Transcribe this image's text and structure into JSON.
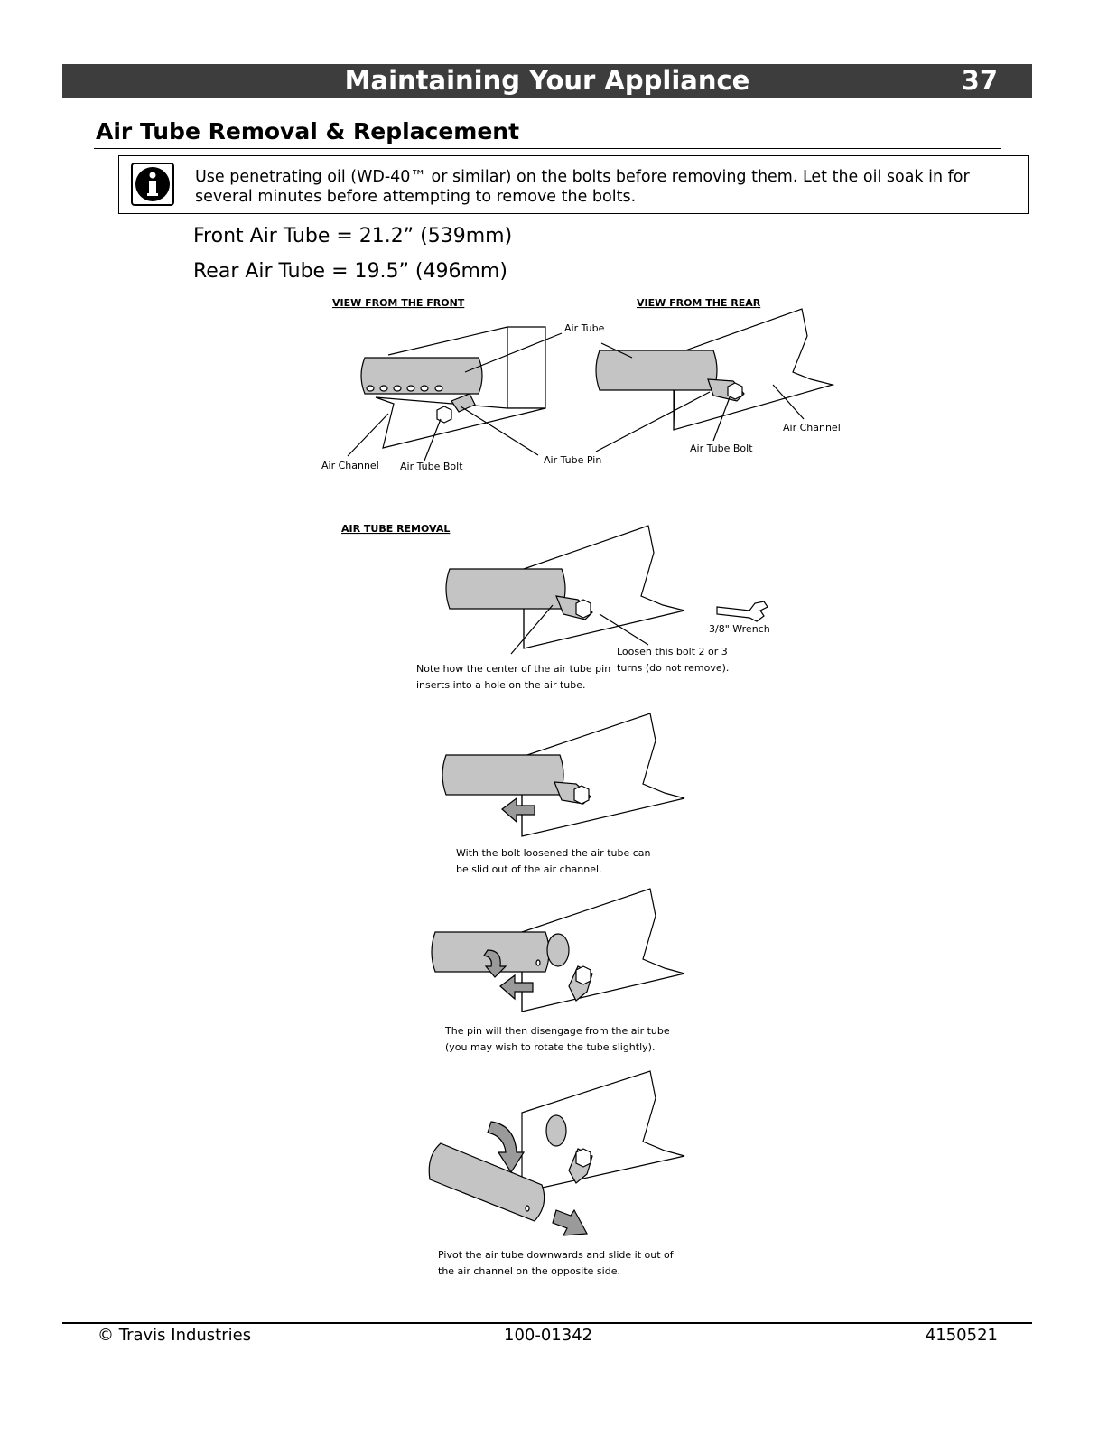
{
  "header": {
    "title": "Maintaining Your Appliance",
    "page_number": "37"
  },
  "section": {
    "title": "Air Tube Removal & Replacement"
  },
  "note": {
    "text": "Use penetrating oil (WD-40™  or similar) on the bolts before removing them.  Let the oil soak in for several minutes before attempting to remove the bolts."
  },
  "dimensions": {
    "front": "Front Air Tube = 21.2” (539mm)",
    "rear": "Rear Air Tube = 19.5” (496mm)"
  },
  "figure_views": {
    "front_title": "VIEW FROM THE FRONT",
    "rear_title": "VIEW FROM THE REAR",
    "labels": {
      "air_tube": "Air Tube",
      "air_channel_left": "Air Channel",
      "air_tube_bolt_left": "Air Tube Bolt",
      "air_tube_pin": "Air Tube Pin",
      "air_tube_bolt_right": "Air Tube Bolt",
      "air_channel_right": "Air Channel"
    }
  },
  "figure_removal": {
    "title": "AIR TUBE REMOVAL",
    "wrench": "3/8\" Wrench",
    "loosen_1": "Loosen this bolt 2 or 3",
    "loosen_2": "turns (do not remove).",
    "note_1": "Note how the center of the air tube pin",
    "note_2": "inserts into a hole on the air tube.",
    "step2_1": "With the bolt loosened the air tube can",
    "step2_2": "be slid out of the air channel.",
    "step3_1": "The pin will then disengage from the air tube",
    "step3_2": "(you may wish to rotate the tube slightly).",
    "step4_1": "Pivot the air tube downwards and slide it out of",
    "step4_2": "the air channel on the opposite side."
  },
  "footer": {
    "left": "© Travis Industries",
    "center": "100-01342",
    "right": "4150521"
  }
}
